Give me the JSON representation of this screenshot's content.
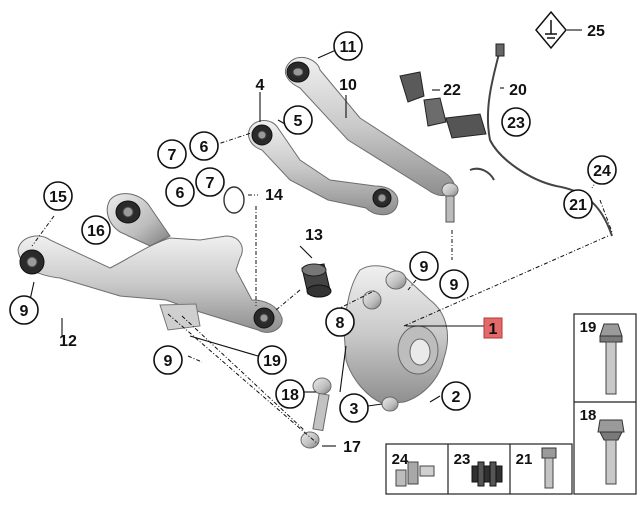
{
  "callouts": [
    {
      "id": "c11",
      "text": "11",
      "circled": true
    },
    {
      "id": "c10",
      "text": "10",
      "circled": false
    },
    {
      "id": "c4",
      "text": "4",
      "circled": false
    },
    {
      "id": "c5",
      "text": "5",
      "circled": true
    },
    {
      "id": "c22",
      "text": "22",
      "circled": false
    },
    {
      "id": "c20",
      "text": "20",
      "circled": false
    },
    {
      "id": "c23",
      "text": "23",
      "circled": true
    },
    {
      "id": "c25",
      "text": "25",
      "circled": false
    },
    {
      "id": "c24",
      "text": "24",
      "circled": true
    },
    {
      "id": "c21",
      "text": "21",
      "circled": true
    },
    {
      "id": "c7a",
      "text": "7",
      "circled": true
    },
    {
      "id": "c6a",
      "text": "6",
      "circled": true
    },
    {
      "id": "c6b",
      "text": "6",
      "circled": true
    },
    {
      "id": "c7b",
      "text": "7",
      "circled": true
    },
    {
      "id": "c14",
      "text": "14",
      "circled": false
    },
    {
      "id": "c15",
      "text": "15",
      "circled": true
    },
    {
      "id": "c16",
      "text": "16",
      "circled": true
    },
    {
      "id": "c13",
      "text": "13",
      "circled": false
    },
    {
      "id": "c9a",
      "text": "9",
      "circled": true
    },
    {
      "id": "c9b",
      "text": "9",
      "circled": true
    },
    {
      "id": "c12",
      "text": "12",
      "circled": false
    },
    {
      "id": "c8",
      "text": "8",
      "circled": true
    },
    {
      "id": "c9c",
      "text": "9",
      "circled": true
    },
    {
      "id": "c19a",
      "text": "19",
      "circled": true
    },
    {
      "id": "c9d",
      "text": "9",
      "circled": true
    },
    {
      "id": "c18a",
      "text": "18",
      "circled": true
    },
    {
      "id": "c3",
      "text": "3",
      "circled": true
    },
    {
      "id": "c2",
      "text": "2",
      "circled": true
    },
    {
      "id": "c17",
      "text": "17",
      "circled": false
    },
    {
      "id": "c1",
      "text": "1",
      "circled": false,
      "highlight": true
    }
  ],
  "parts_boxes": [
    {
      "id": "b24",
      "label": "24"
    },
    {
      "id": "b23",
      "label": "23"
    },
    {
      "id": "b21",
      "label": "21"
    },
    {
      "id": "b19",
      "label": "19"
    },
    {
      "id": "b18",
      "label": "18"
    }
  ],
  "colors": {
    "highlight": "#e36a6a",
    "line": "#111111",
    "metal_light": "#e6e6e6",
    "metal_dark": "#8c8c8c"
  },
  "icons": {
    "sensor_warning": "ground-plug-icon"
  }
}
